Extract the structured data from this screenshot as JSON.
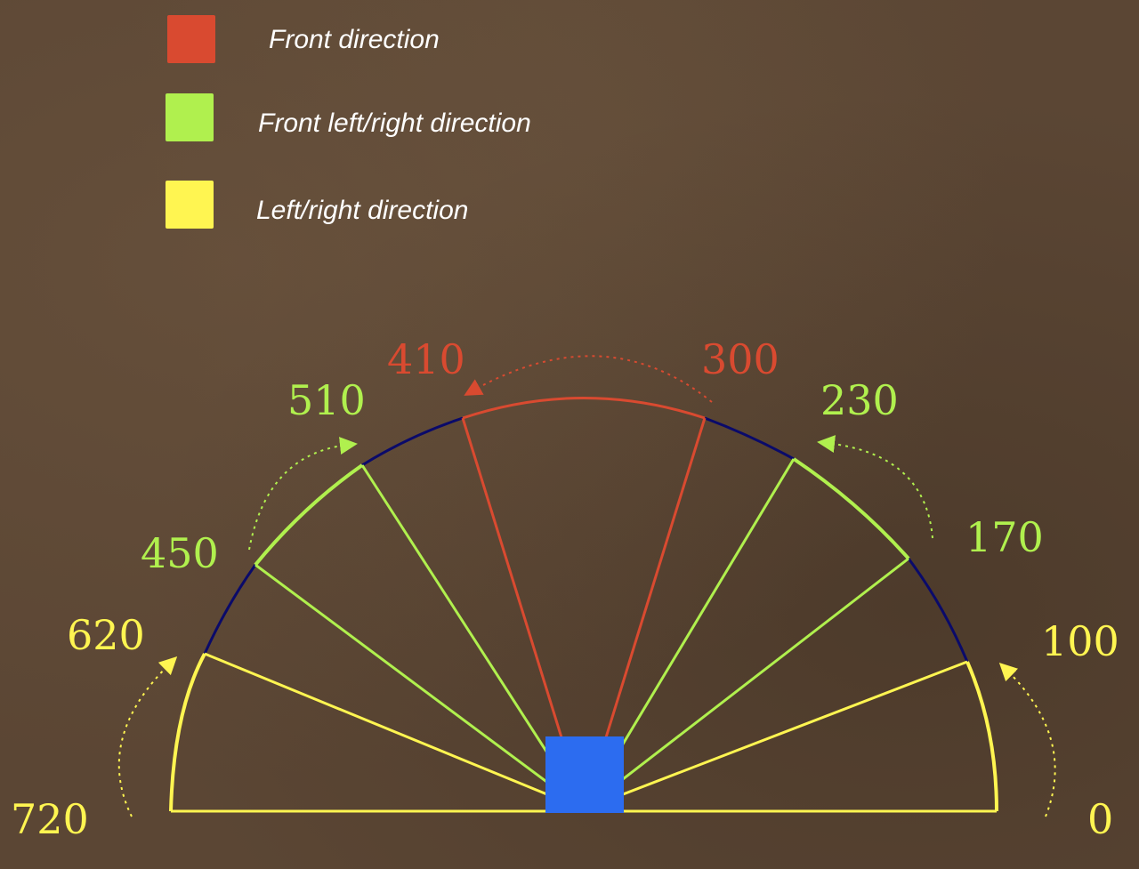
{
  "legend": [
    {
      "label": "Front direction",
      "color": "#d94a30"
    },
    {
      "label": "Front left/right direction",
      "color": "#b0f04e"
    },
    {
      "label": "Left/right direction",
      "color": "#fff551"
    }
  ],
  "colors": {
    "front": "#d94a30",
    "front_side": "#b0f04e",
    "side": "#fff551",
    "arc_gap": "#0a0a6a",
    "robot": "#2c6cf0"
  },
  "labels": {
    "l720": "720",
    "l620": "620",
    "l450": "450",
    "l510": "510",
    "l410": "410",
    "l300": "300",
    "l230": "230",
    "l170": "170",
    "l100": "100",
    "l0": "0"
  }
}
